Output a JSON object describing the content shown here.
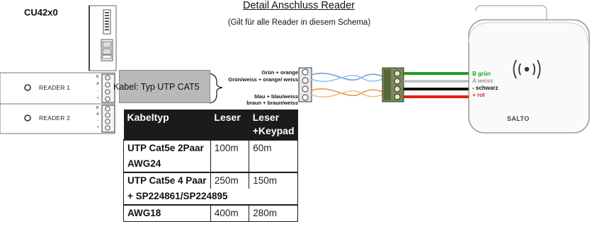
{
  "title": "Detail Anschluss Reader",
  "subtitle": "(Gilt für alle Reader in diesem Schema)",
  "device": {
    "model": "CU42x0"
  },
  "readers": [
    {
      "label": "READER 1",
      "pins": [
        "B",
        "A",
        "-",
        "+"
      ]
    },
    {
      "label": "READER 2",
      "pins": [
        "B",
        "A",
        "-",
        "+"
      ]
    }
  ],
  "cable": {
    "label": "Kabel: Typ UTP CAT5"
  },
  "wire_pairs": [
    {
      "label": "Grün + orange"
    },
    {
      "label": "Grün/weiss + orange/ weiss"
    },
    {
      "label": "blau + blau/weiss"
    },
    {
      "label": "braun + braun/weiss"
    }
  ],
  "reader_terminals": [
    {
      "label": "B grün",
      "color": "#1aa31a"
    },
    {
      "label": "A weiss",
      "color": "#9a9a9a"
    },
    {
      "label": "- schwarz",
      "color": "#111111"
    },
    {
      "label": "+ rot",
      "color": "#e0201a"
    }
  ],
  "reader_brand": "SALTO",
  "table": {
    "headers": [
      "Kabeltyp",
      "Leser",
      "Leser +Keypad"
    ],
    "rows": [
      [
        "UTP Cat5e 2Paar",
        "100m",
        "60m"
      ],
      [
        "AWG24",
        "",
        ""
      ],
      [
        "UTP Cat5e 4 Paar",
        "250m",
        "150m"
      ],
      [
        "+ SP224861/SP224895",
        "",
        ""
      ],
      [
        "AWG18",
        "400m",
        "280m"
      ]
    ]
  }
}
